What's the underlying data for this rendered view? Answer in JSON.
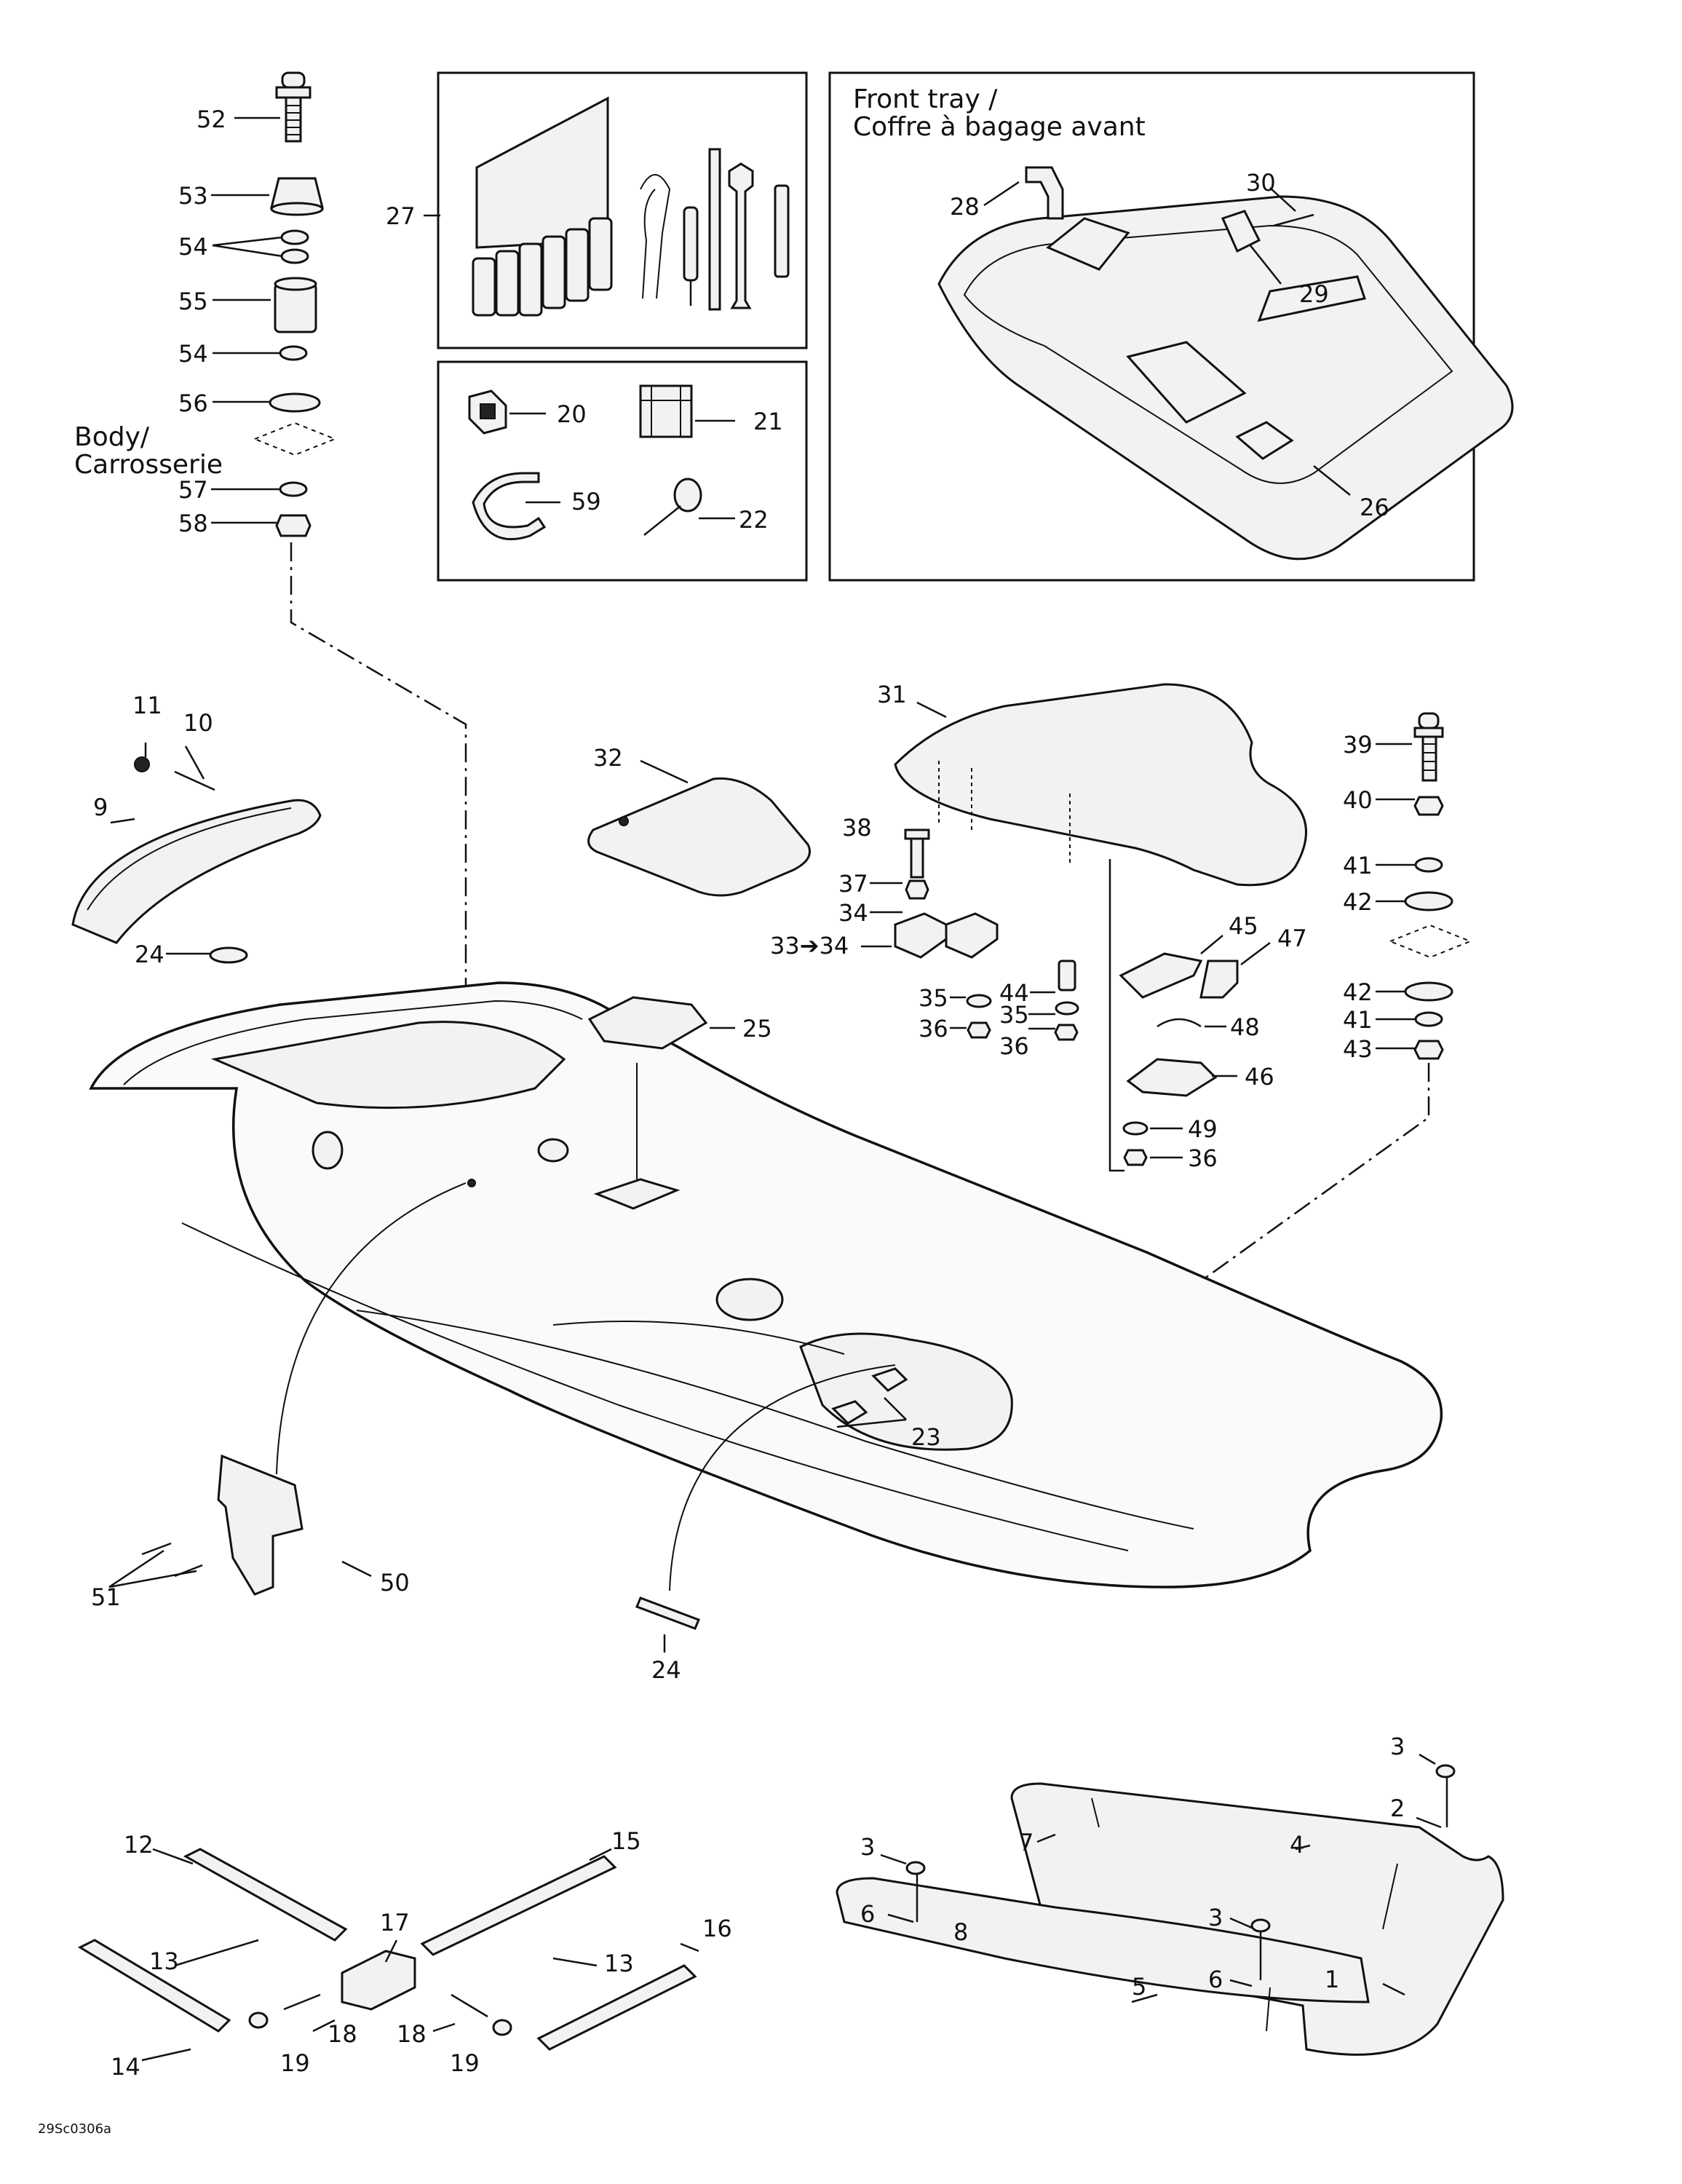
{
  "front_tray_caption": [
    "Front tray /",
    "Coffre à bagage avant"
  ],
  "body_caption": [
    "Body/",
    "Carrosserie"
  ],
  "figure_code": "29Sc0306a",
  "callouts": {
    "c52": "52",
    "c53": "53",
    "c54a": "54",
    "c55": "55",
    "c54b": "54",
    "c56": "56",
    "c57": "57",
    "c58": "58",
    "c27": "27",
    "c20": "20",
    "c21": "21",
    "c59": "59",
    "c22": "22",
    "c28": "28",
    "c30": "30",
    "c29": "29",
    "c26": "26",
    "c11": "11",
    "c10": "10",
    "c9": "9",
    "c24a": "24",
    "c32": "32",
    "c31": "31",
    "c38": "38",
    "c37": "37",
    "c34": "34",
    "c33": "33➔34",
    "c25": "25",
    "c35a": "35",
    "c36a": "36",
    "c44": "44",
    "c35b": "35",
    "c36b": "36",
    "c45": "45",
    "c47": "47",
    "c48": "48",
    "c46": "46",
    "c49": "49",
    "c36c": "36",
    "c39": "39",
    "c40": "40",
    "c41a": "41",
    "c42a": "42",
    "c42b": "42",
    "c41b": "41",
    "c43": "43",
    "c23": "23",
    "c50": "50",
    "c51": "51",
    "c24b": "24",
    "c12": "12",
    "c15": "15",
    "c17": "17",
    "c13a": "13",
    "c13b": "13",
    "c16": "16",
    "c14": "14",
    "c18a": "18",
    "c18b": "18",
    "c19a": "19",
    "c19b": "19",
    "c3a": "3",
    "c2": "2",
    "c3b": "3",
    "c7": "7",
    "c4": "4",
    "c6a": "6",
    "c8": "8",
    "c3c": "3",
    "c6b": "6",
    "c5": "5",
    "c1": "1"
  }
}
